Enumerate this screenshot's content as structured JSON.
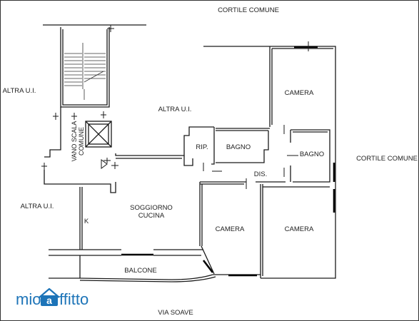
{
  "labels": {
    "cortile_top": "CORTILE COMUNE",
    "cortile_right": "CORTILE COMUNE",
    "altra_ui_left_top": "ALTRA U.I.",
    "altra_ui_center": "ALTRA U.I.",
    "altra_ui_left_bottom": "ALTRA U.I.",
    "vano_scala_line1": "VANO SCALA",
    "vano_scala_line2": "COMUNE",
    "rip": "RIP.",
    "bagno_1": "BAGNO",
    "bagno_2": "BAGNO",
    "camera_top": "CAMERA",
    "camera_mid": "CAMERA",
    "camera_right": "CAMERA",
    "dis": "DIS.",
    "soggiorno": "SOGGIORNO",
    "cucina": "CUCINA",
    "k": "K",
    "balcone": "BALCONE",
    "via": "VIA SOAVE"
  },
  "logo": {
    "prefix": "mio",
    "letter": "a",
    "suffix": "ffitto",
    "color": "#1d74b8"
  },
  "colors": {
    "wall": "#1a1a1a",
    "window": "#000000",
    "frame": "#333333"
  }
}
